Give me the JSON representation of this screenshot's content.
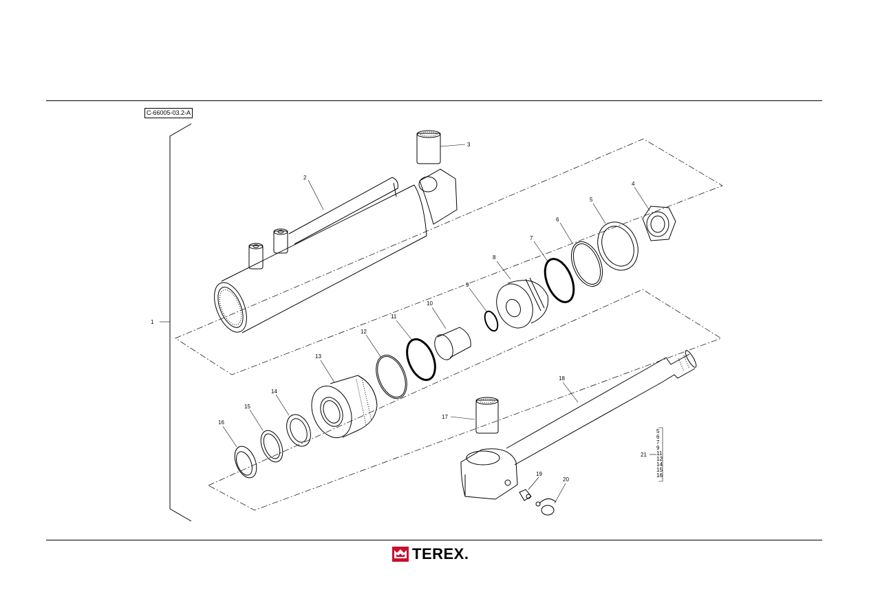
{
  "drawing_ref": "C-66005-03.2-A",
  "brand": "TEREX.",
  "brand_color": "#c8102e",
  "callouts": {
    "c1": "1",
    "c2": "2",
    "c3": "3",
    "c4": "4",
    "c5": "5",
    "c6": "6",
    "c7": "7",
    "c8": "8",
    "c9": "9",
    "c10": "10",
    "c11": "11",
    "c12": "12",
    "c13": "13",
    "c14": "14",
    "c15": "15",
    "c16": "16",
    "c17": "17",
    "c18": "18",
    "c19": "19",
    "c20": "20",
    "c21": "21"
  },
  "kit_21_items": [
    "5",
    "6",
    "7",
    "9",
    "11",
    "12",
    "14",
    "15",
    "16"
  ]
}
